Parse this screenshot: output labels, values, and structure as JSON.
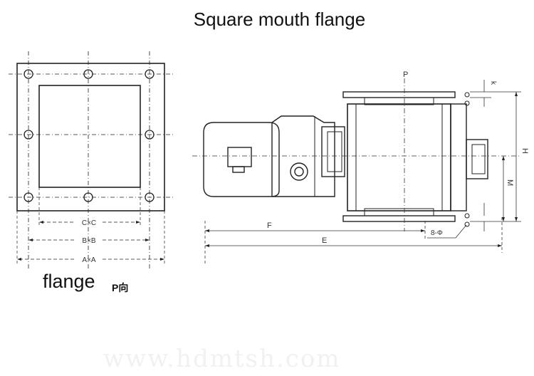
{
  "title": "Square mouth flange",
  "captions": {
    "flange": "flange",
    "p_direction": "P向"
  },
  "flange_view": {
    "dim_inner": "C×C",
    "dim_bolt": "B×B",
    "dim_outer": "A×A"
  },
  "side_view": {
    "label_p": "P",
    "label_k": "k",
    "label_h": "H",
    "label_m": "M",
    "label_f": "F",
    "label_e": "E",
    "label_holes": "8-Φ"
  },
  "watermark": "www.hdmtsh.com"
}
